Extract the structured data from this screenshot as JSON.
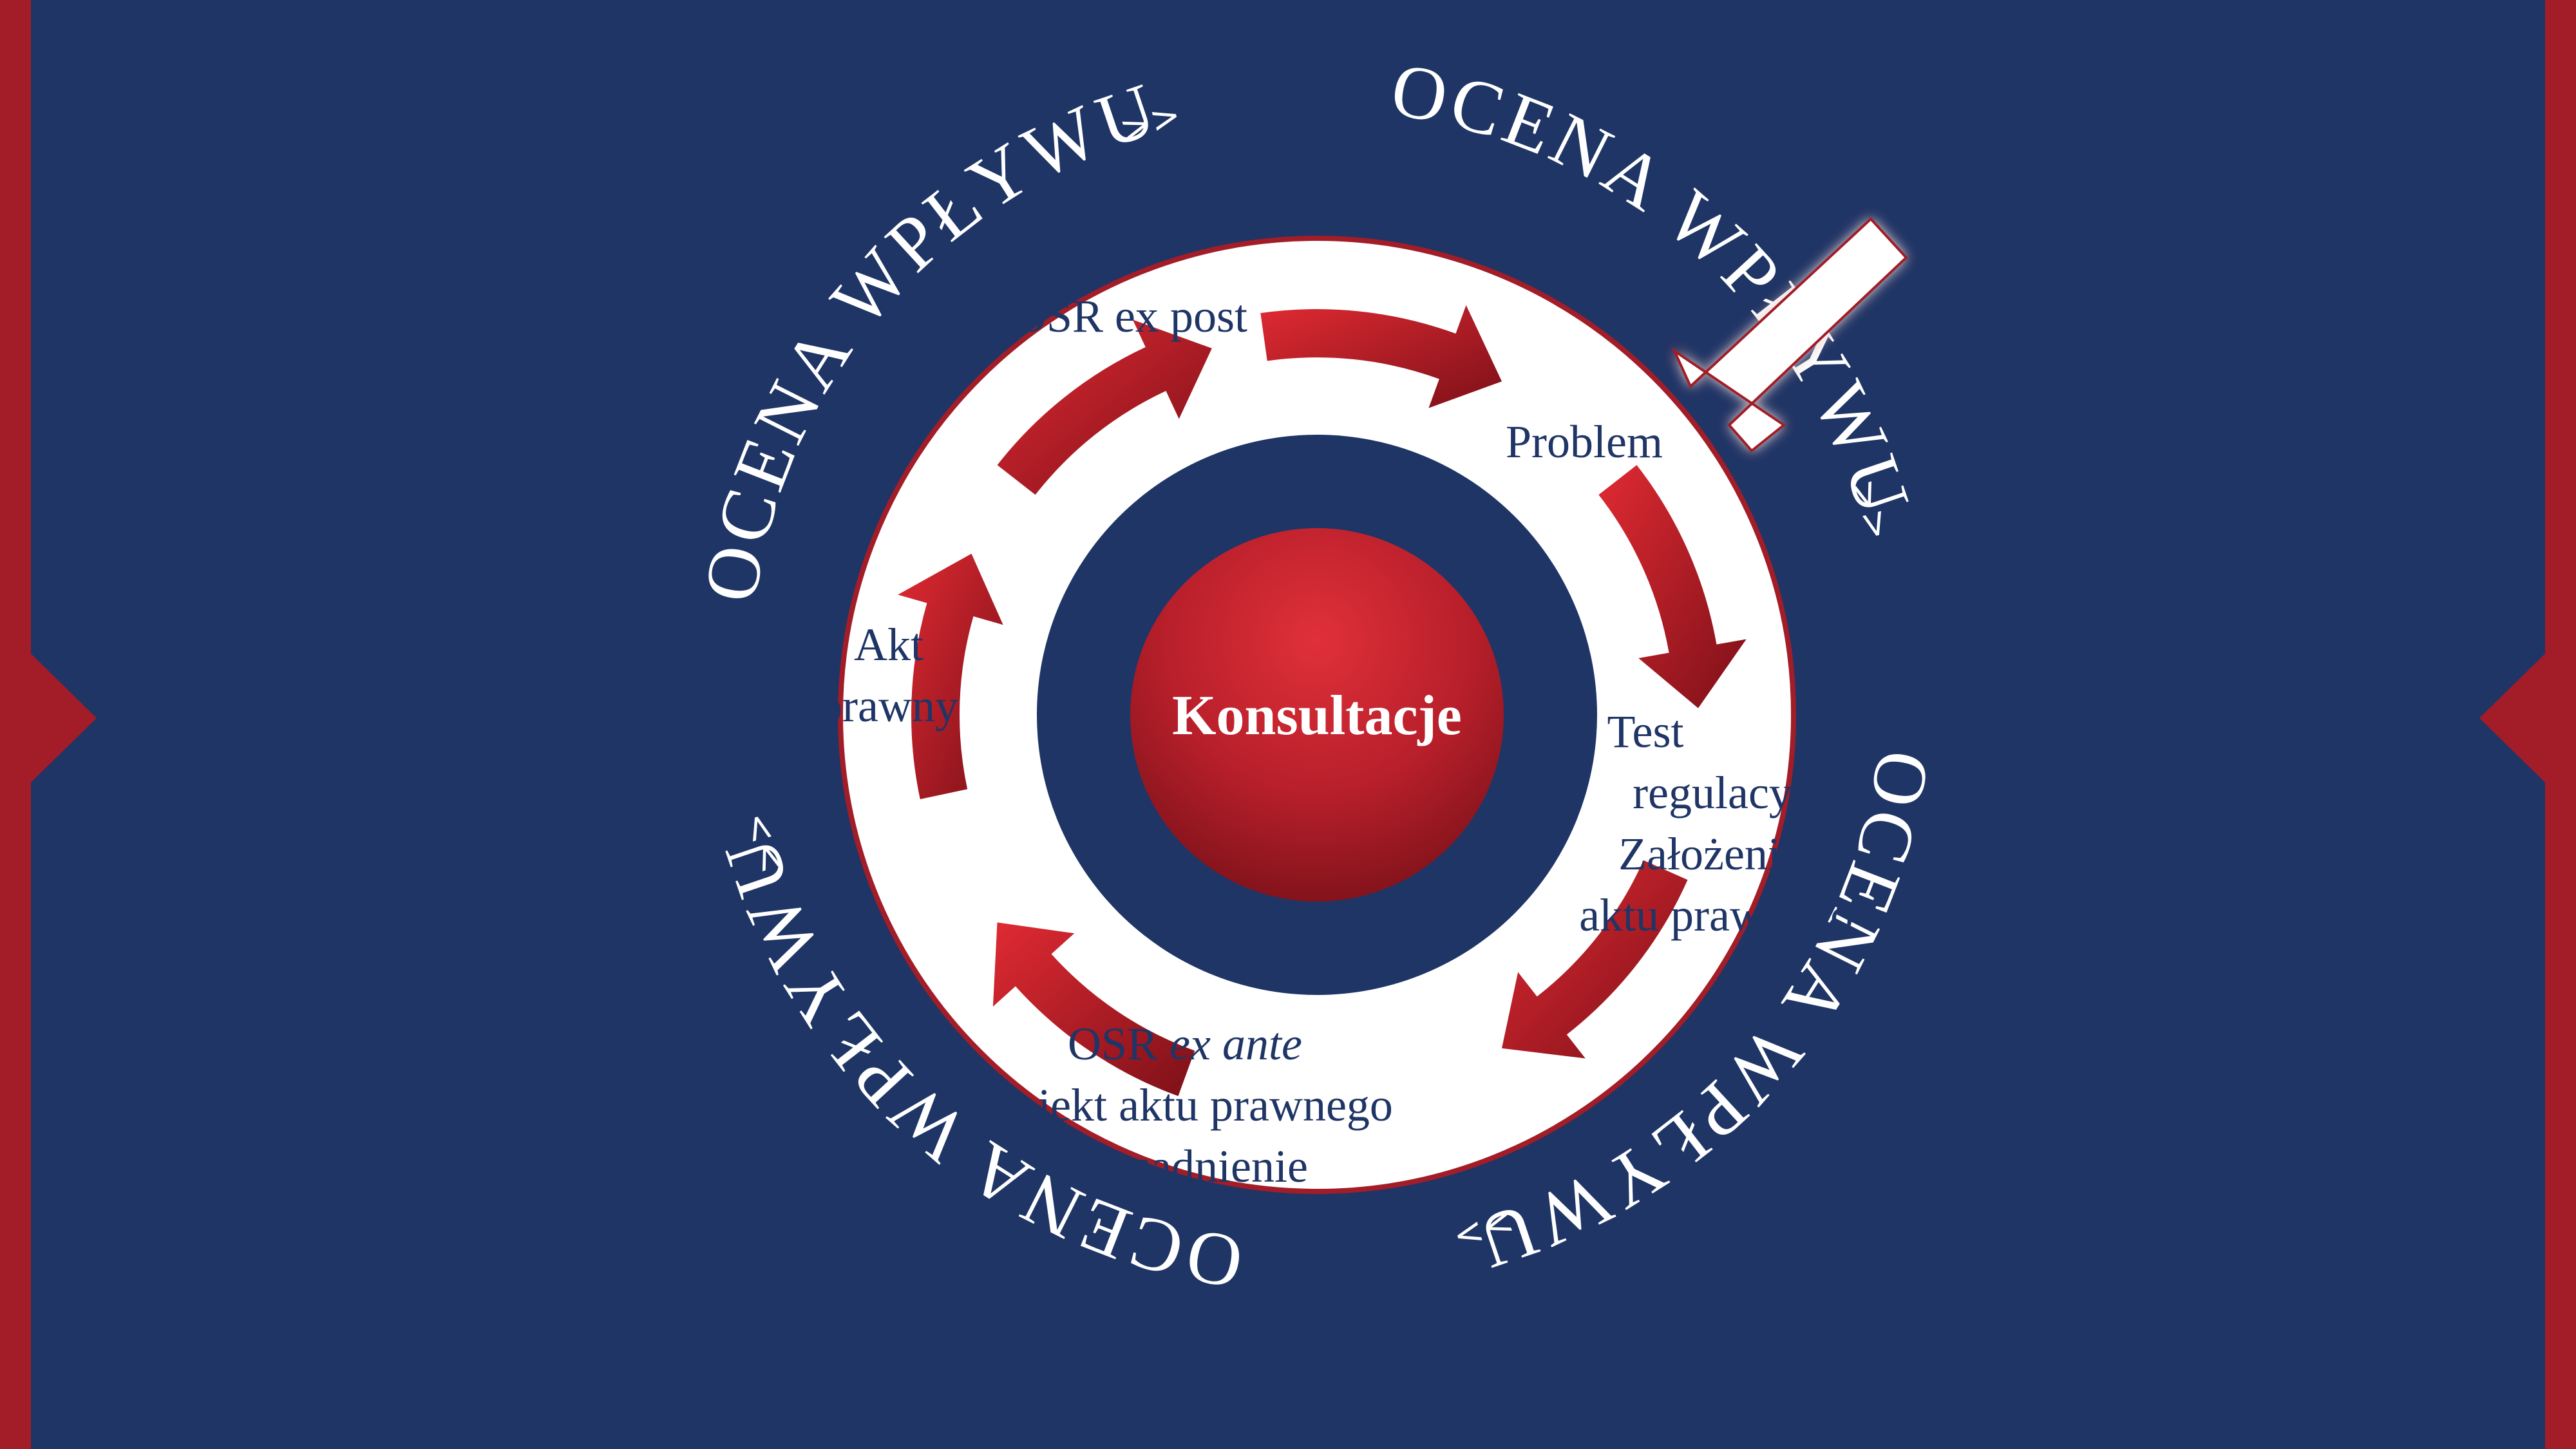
{
  "colors": {
    "background": "#1f3566",
    "accent_red": "#a21d27",
    "ring_white": "#ffffff",
    "label_navy": "#1f3566"
  },
  "ring": {
    "segments": [
      "OCENA WPŁYWU",
      "OCENA WPŁYWU",
      "OCENA WPŁYWU",
      "OCENA WPŁYWU"
    ],
    "separator": ">>"
  },
  "center": {
    "label": "Konsultacje"
  },
  "stages": {
    "osr_ex_post": "OSR ex post",
    "problem": "Problem",
    "test_line1": "Test",
    "test_line2": "regulacyjny",
    "test_line3": "Założenia",
    "test_line4": "aktu prawnego",
    "osr_ex_ante_prefix": "OSR ",
    "osr_ex_ante_italic": "ex ante",
    "projekt": "Projekt aktu prawnego",
    "uzasadnienie": "Uzasadnienie",
    "akt_line1": "Akt",
    "akt_line2": "prawny"
  },
  "icons": {
    "cycle_arrows": "curved-arrow-icon",
    "entry_arrow": "entry-arrow-icon"
  }
}
